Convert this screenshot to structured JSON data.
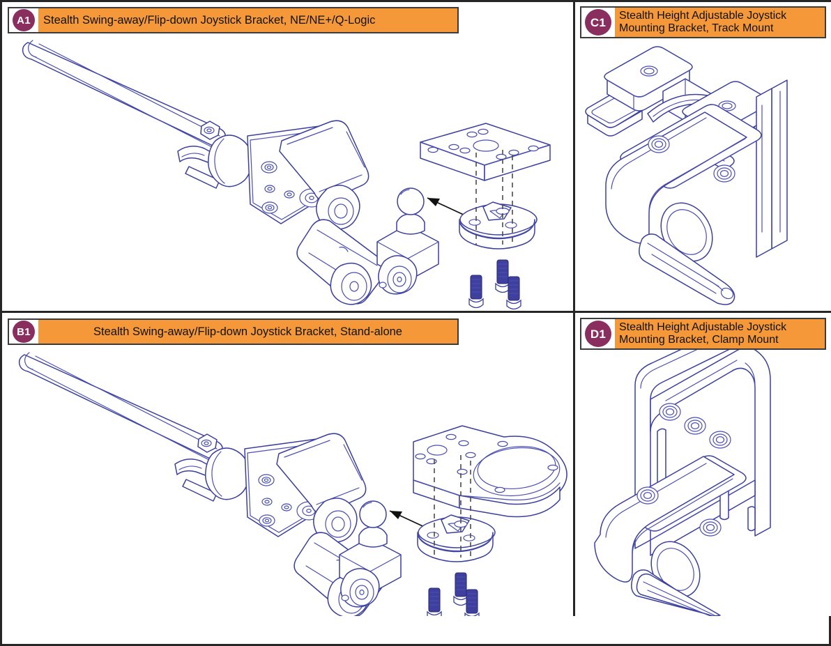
{
  "document": {
    "type": "exploded-assembly-diagram-sheet",
    "panel_count": 4,
    "line_color": "#3b3f9c",
    "accent_color": "#F4983A",
    "badge_color": "#8a2d5f",
    "border_color": "#262626"
  },
  "panels": [
    {
      "key": "a",
      "badge": "A1",
      "title": "Stealth Swing-away/Flip-down Joystick Bracket, NE/NE+/Q-Logic",
      "title_align": "left",
      "title_lines": 1,
      "parts": [
        "round-tube-arm",
        "clamp-knob",
        "triangular-pivot-plate",
        "articulating-link-arm",
        "ball-stud-mount",
        "square-mounting-plate",
        "round-socket-clamp-disc",
        "hex-screw",
        "hex-screw",
        "hex-screw"
      ],
      "callout": "ball-stud-arrow"
    },
    {
      "key": "b",
      "badge": "B1",
      "title": "Stealth Swing-away/Flip-down Joystick Bracket, Stand-alone",
      "title_align": "center",
      "title_lines": 1,
      "parts": [
        "round-tube-arm",
        "clamp-knob",
        "triangular-pivot-plate",
        "articulating-link-arm",
        "ball-stud-mount",
        "kidney-mounting-plate-with-collar",
        "round-socket-clamp-disc",
        "hex-screw",
        "hex-screw",
        "hex-screw"
      ],
      "callout": "ball-stud-arrow"
    },
    {
      "key": "c",
      "badge": "C1",
      "title": "Stealth Height Adjustable Joystick\nMounting Bracket, Track Mount",
      "title_align": "left",
      "title_lines": 2,
      "parts": [
        "track-mount-slider-plate",
        "upper-t-nut-block",
        "lower-t-nut-block",
        "vertical-slotted-rail",
        "tube-clamp-body",
        "socket-head-screw",
        "socket-head-screw",
        "lever-handle"
      ],
      "callout": null
    },
    {
      "key": "d",
      "badge": "D1",
      "title": "Stealth Height Adjustable Joystick\nMounting Bracket, Clamp Mount",
      "title_align": "left",
      "title_lines": 2,
      "parts": [
        "clamp-mount-hook-plate",
        "three-hole-screw-row",
        "vertical-slot-pair",
        "tube-clamp-body",
        "socket-head-screw",
        "socket-head-screw",
        "lever-handle"
      ],
      "callout": null
    }
  ]
}
